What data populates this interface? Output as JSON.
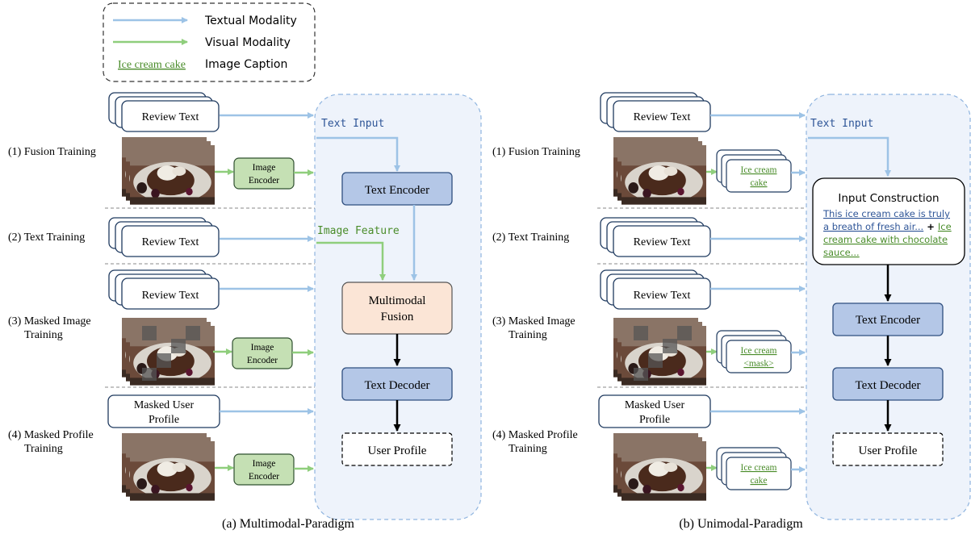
{
  "colors": {
    "textual_arrow": "#9dc3e6",
    "visual_arrow": "#8fce7c",
    "panel_fill": "#eef3fb",
    "panel_border": "#8fb4df",
    "encoder_fill": "#b4c7e7",
    "encoder_border": "#2f4f7f",
    "fusion_fill": "#fbe5d6",
    "image_encoder_fill": "#c5e0b4",
    "caption_green": "#4a8c2a",
    "label_blue": "#2e5597"
  },
  "legend": {
    "textual": "Textual Modality",
    "visual": "Visual Modality",
    "caption_example": "Ice cream cake",
    "caption": "Image Caption"
  },
  "rows": {
    "fusion": "(1)  Fusion Training",
    "text": "(2)  Text Training",
    "masked_image_1": "(3)  Masked Image",
    "masked_image_2": "Training",
    "masked_profile_1": "(4)  Masked Profile",
    "masked_profile_2": "Training"
  },
  "common": {
    "review_text": "Review Text",
    "masked_user_profile_1": "Masked User",
    "masked_user_profile_2": "Profile",
    "text_input": "Text Input",
    "text_encoder": "Text Encoder",
    "text_decoder": "Text Decoder",
    "user_profile": "User Profile"
  },
  "multimodal": {
    "image_encoder_1": "Image",
    "image_encoder_2": "Encoder",
    "image_feature": "Image Feature",
    "fusion_1": "Multimodal",
    "fusion_2": "Fusion",
    "caption": "(a) Multimodal-Paradigm"
  },
  "unimodal": {
    "cap1_l1": "Ice cream",
    "cap1_l2": "cake",
    "cap3_l1": "Ice cream",
    "cap3_l2": "<mask>",
    "input_construction": "Input Construction",
    "ic_blue_1": "This ice cream cake is truly",
    "ic_blue_2": "a breath of fresh air...",
    "ic_plus": " + ",
    "ic_green_1": "Ice",
    "ic_green_2": "cream cake with chocolate",
    "ic_green_3": "sauce...",
    "caption": "(b) Unimodal-Paradigm"
  }
}
